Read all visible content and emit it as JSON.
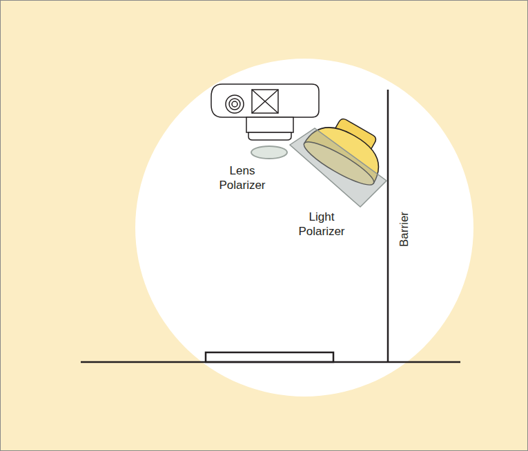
{
  "diagram": {
    "labels": [
      "Lens Polarizer",
      "Light Polarizer",
      "Barrier"
    ]
  }
}
